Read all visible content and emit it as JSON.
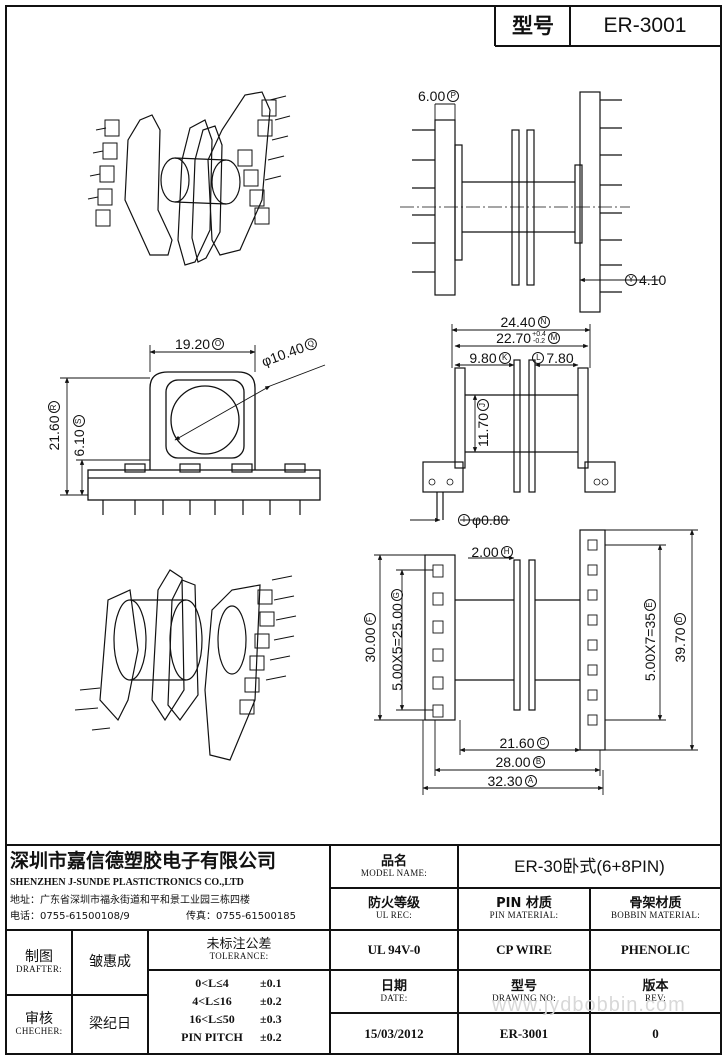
{
  "header": {
    "type_label": "型号",
    "part_no": "ER-3001"
  },
  "dimensions": {
    "top": {
      "pin_length": "6.00",
      "pin_length_tag": "P",
      "pin_offset": "4.10",
      "pin_offset_tag": "Y"
    },
    "side": {
      "width": "19.20",
      "width_tag": "O",
      "diameter": "φ10.40",
      "diameter_tag": "Q",
      "height": "21.60",
      "height_tag": "R",
      "base_height": "6.10",
      "base_height_tag": "S"
    },
    "front": {
      "overall": "24.40",
      "overall_tag": "N",
      "flange": "22.70",
      "flange_tol_upper": "+0.4",
      "flange_tol_lower": "-0.2",
      "flange_tag": "M",
      "left_inner": "9.80",
      "left_inner_tag": "K",
      "right_inner": "7.80",
      "right_inner_tag": "L",
      "core": "11.70",
      "core_tag": "J",
      "pin_dia": "φ0.80",
      "pin_dia_tag": "I"
    },
    "bottom": {
      "spacing": "2.00",
      "spacing_tag": "H",
      "left_height": "30.00",
      "left_height_tag": "F",
      "left_pitch": "5.00X5=25.00",
      "left_pitch_tag": "G",
      "right_pitch": "5.00X7=35",
      "right_pitch_tag": "E",
      "total_height": "39.70",
      "total_height_tag": "D",
      "w1": "21.60",
      "w1_tag": "C",
      "w2": "28.00",
      "w2_tag": "B",
      "w3": "32.30",
      "w3_tag": "A"
    }
  },
  "title_block": {
    "company_cn": "深圳市嘉信德塑胶电子有限公司",
    "company_en": "SHENZHEN J-SUNDE PLASTICTRONICS CO.,LTD",
    "address": "地址：广东省深圳市福永街道和平和景工业园三栋四楼",
    "phone": "电话：0755-61500108/9",
    "fax": "传真：0755-61500185",
    "model_label_cn": "品名",
    "model_label_en": "MODEL NAME:",
    "model_value": "ER-30卧式(6+8PIN)",
    "ul_label_cn": "防火等级",
    "ul_label_en": "UL REC:",
    "ul_value": "UL 94V-0",
    "pin_label_cn": "PIN 材质",
    "pin_label_en": "PIN MATERIAL:",
    "pin_value": "CP WIRE",
    "bobbin_label_cn": "骨架材质",
    "bobbin_label_en": "BOBBIN MATERIAL:",
    "bobbin_value": "PHENOLIC",
    "drafter_cn": "制图",
    "drafter_en": "DRAFTER:",
    "drafter_name": "皱惠成",
    "checker_cn": "审核",
    "checker_en": "CHECHER:",
    "checker_name": "梁纪日",
    "tolerance_cn": "未标注公差",
    "tolerance_en": "TOLERANCE:",
    "tolerances": [
      {
        "range": "0<L≤4",
        "value": "±0.1"
      },
      {
        "range": "4<L≤16",
        "value": "±0.2"
      },
      {
        "range": "16<L≤50",
        "value": "±0.3"
      },
      {
        "range": "PIN PITCH",
        "value": "±0.2"
      }
    ],
    "date_label_cn": "日期",
    "date_label_en": "DATE:",
    "date_value": "15/03/2012",
    "drawing_label_cn": "型号",
    "drawing_label_en": "DRAWING NO:",
    "drawing_value": "ER-3001",
    "rev_label_cn": "版本",
    "rev_label_en": "REV:",
    "rev_value": "0"
  },
  "watermark": "www.jydbobbin.com"
}
